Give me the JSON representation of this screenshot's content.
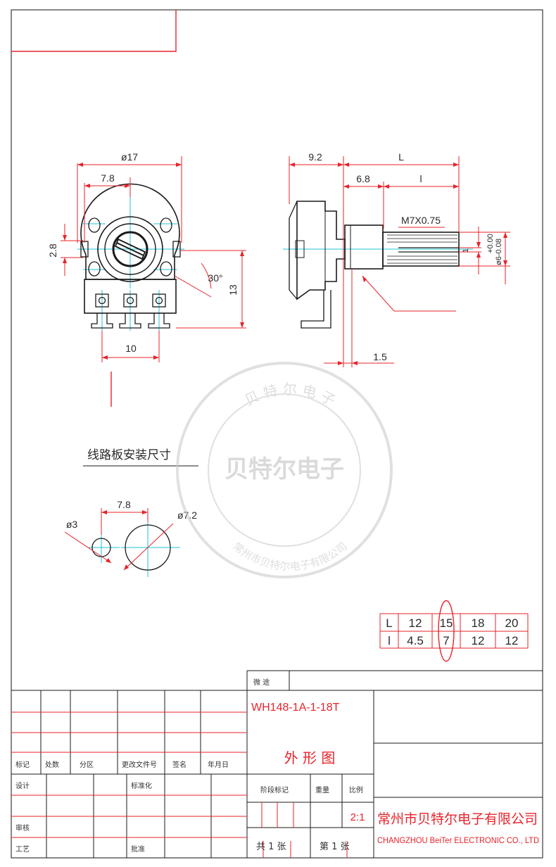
{
  "front_view": {
    "d_body": "ø17",
    "d_pitch": "7.8",
    "d_lug": "2.8",
    "d_angle": "30°",
    "d_height": "13",
    "d_pins": "10"
  },
  "side_view": {
    "d_flange": "9.2",
    "d_total": "L",
    "d_bush": "6.8",
    "d_shaft": "l",
    "thread": "M7X0.75",
    "tol_upper": "+0.00",
    "tol_lower": "ø6-0.08",
    "d_flat": "1",
    "d_pin": "1.5"
  },
  "pcb": {
    "title": "线路板安装尺寸",
    "d_hole_small": "ø3",
    "d_spacing": "7.8",
    "d_hole_large": "ø7.2"
  },
  "watermark": {
    "center": "贝特尔电子",
    "ring_top": "贝 特 尔 电 子",
    "ring_bottom": "常州市贝特尔电子有限公司"
  },
  "length_table": {
    "rows": [
      [
        "L",
        "12",
        "15",
        "18",
        "20"
      ],
      [
        "l",
        "4.5",
        "7",
        "12",
        "12"
      ]
    ],
    "highlighted_column": 2
  },
  "title_block": {
    "usage_label": "微 途",
    "part_number": "WH148-1A-1-18T",
    "drawing_name": "外 形 图",
    "rev_headers": [
      "标记",
      "处数",
      "分区",
      "更改文件号",
      "签名",
      "年月日"
    ],
    "sign_rows": [
      "设计",
      "审核",
      "工艺"
    ],
    "standardization": "标准化",
    "approval": "批准",
    "stage_label": "阶段标记",
    "weight_label": "重量",
    "scale_label": "比例",
    "scale_value": "2:1",
    "sheets_total": "共 1 张",
    "sheet_no": "第 1 张",
    "company_cn": "常州市贝特尔电子有限公司",
    "company_en": "CHANGZHOU BeiTer ELECTRONIC CO., LTD"
  },
  "colors": {
    "line": "#e8232a",
    "center": "#21c3d6",
    "outline": "#1a1a1a",
    "watermark": "#c8c8c8"
  }
}
